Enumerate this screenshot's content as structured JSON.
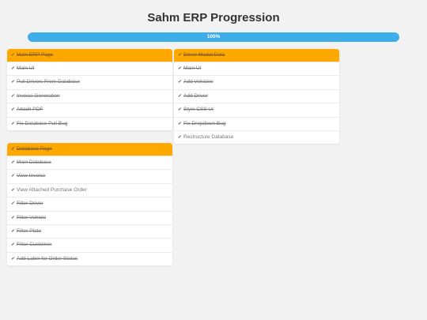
{
  "title": "Sahm ERP Progression",
  "progress": {
    "label": "100%",
    "value": 100,
    "fill_color": "#3daee9",
    "track_color": "#d9d9d9"
  },
  "colors": {
    "header_bg": "#ffa800",
    "page_bg": "#f2f2f2"
  },
  "check_icon": "checkmark-icon",
  "lists": [
    {
      "header": "Main ERP Page",
      "items": [
        {
          "label": "Main UI",
          "done": true
        },
        {
          "label": "Pull Drivers From Database",
          "done": true
        },
        {
          "label": "Invoice Generation",
          "done": true
        },
        {
          "label": "Attach PDF",
          "done": true
        },
        {
          "label": "Fix Database Pull Bug",
          "done": true
        }
      ]
    },
    {
      "header": "Driver Modal Data",
      "items": [
        {
          "label": "Main UI",
          "done": true
        },
        {
          "label": "Add Vehicles",
          "done": true
        },
        {
          "label": "Add Driver",
          "done": true
        },
        {
          "label": "Style CSS UI",
          "done": true
        },
        {
          "label": "Fix Dropdown Bug",
          "done": true
        },
        {
          "label": "Restructure Database",
          "done": false
        }
      ]
    },
    {
      "header": "Database Page",
      "items": [
        {
          "label": "Main Database",
          "done": true
        },
        {
          "label": "View Invoice",
          "done": true
        },
        {
          "label": "View Attached Purchase Order",
          "done": false
        },
        {
          "label": "Filter Driver",
          "done": true
        },
        {
          "label": "Filter Vehicle",
          "done": true
        },
        {
          "label": "Filter Plate",
          "done": true
        },
        {
          "label": "Filter Customer",
          "done": true
        },
        {
          "label": "Add Label for Order Status",
          "done": true
        }
      ]
    }
  ]
}
